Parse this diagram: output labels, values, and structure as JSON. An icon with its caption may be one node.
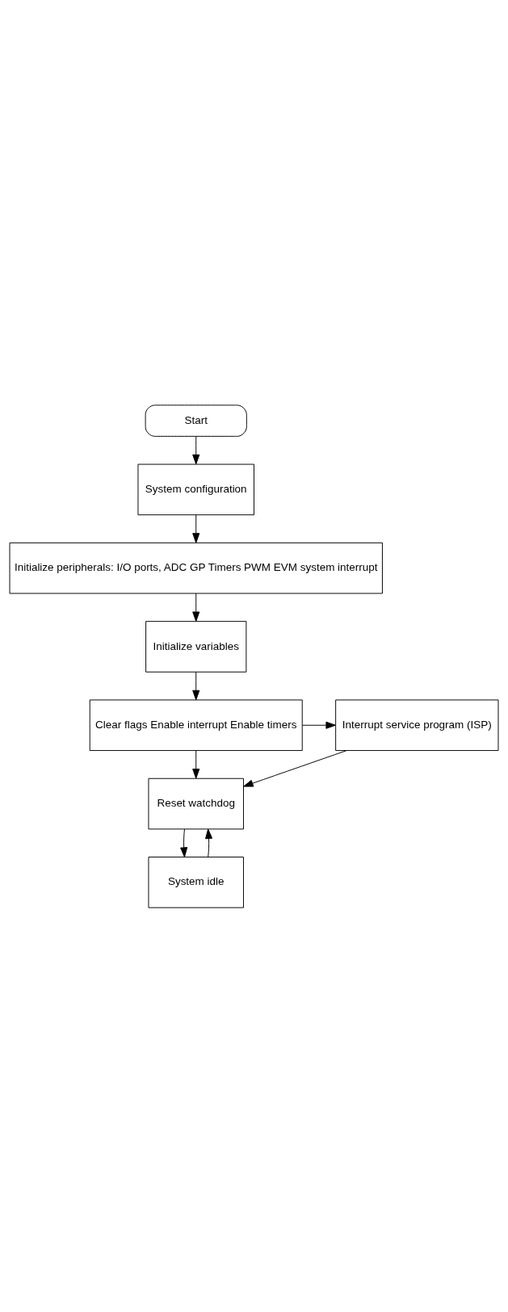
{
  "diagram": {
    "nodes": [
      {
        "text": [
          "Start"
        ]
      },
      {
        "text": [
          "System configuration"
        ]
      },
      {
        "text": [
          "Initialize peripherals: I/O ports, ADC GP Timers PWM EVM system interrupt"
        ]
      },
      {
        "text": [
          "Initialize variables"
        ]
      },
      {
        "text": [
          "Clear flags Enable interrupt Enable timers"
        ]
      },
      {
        "text": [
          "Interrupt service program (ISP)"
        ]
      },
      {
        "text": [
          "Reset watchdog"
        ]
      },
      {
        "text": [
          "System idle"
        ]
      }
    ],
    "edges": [
      {
        "from": 0,
        "to": 1,
        "arrow": "to"
      },
      {
        "from": 1,
        "to": 2,
        "arrow": "to"
      },
      {
        "from": 2,
        "to": 3,
        "arrow": "to"
      },
      {
        "from": 3,
        "to": 4,
        "arrow": "to"
      },
      {
        "from": 4,
        "to": 6,
        "arrow": "to"
      },
      {
        "from": 4,
        "to": 5,
        "arrow": "to"
      },
      {
        "from": 5,
        "to": 6,
        "arrow": "to"
      },
      {
        "from": 6,
        "to": 7,
        "arrow": "to"
      },
      {
        "from": 7,
        "to": 6,
        "arrow": "to"
      }
    ]
  }
}
